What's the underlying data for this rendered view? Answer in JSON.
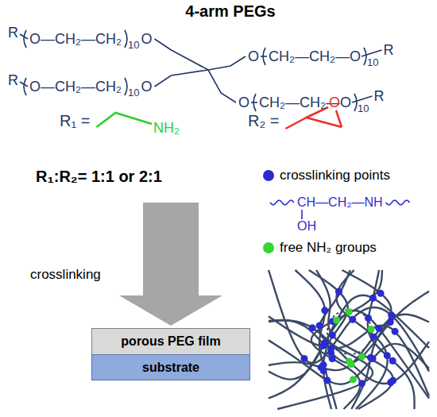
{
  "diagram": {
    "title": "4-arm PEGs",
    "nodes": [
      {
        "text": [
          "porous PEG film"
        ]
      },
      {
        "text": [
          "substrate"
        ]
      }
    ],
    "labels": [
      "R",
      "O—CH₂—CH₂",
      "10",
      "O",
      "R",
      "O—CH₂—CH₂",
      "10",
      "O",
      "O",
      "CH₂—CH₂—O",
      "10",
      "R",
      "O",
      "CH₂—CH₂—O",
      "10",
      "R",
      "R₁ =",
      "R₂ =",
      "NH₂",
      "O",
      "R₁:R₂= 1:1 or 2:1",
      "CH—CH₂—NH",
      "OH",
      "crosslinking"
    ],
    "legend": [
      {
        "text": "crosslinking points",
        "color": "#2b2bd0"
      },
      {
        "text": "free NH₂ groups",
        "color": "#33d633"
      }
    ]
  }
}
